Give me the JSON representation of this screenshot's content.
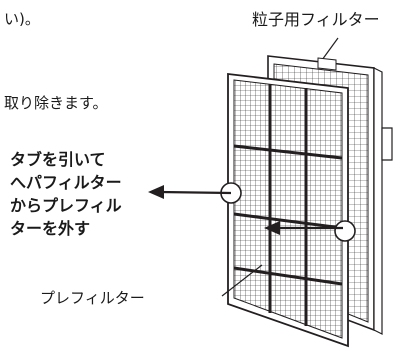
{
  "text": {
    "fragment_line1": "い)。",
    "fragment_line2": "取り除きます。",
    "label_particle_filter": "粒子用フィルター",
    "label_prefilter": "プレフィルター",
    "instruction_lines": [
      "タブを引いて",
      "へパフィルター",
      "からプレフィル",
      "ターを外す"
    ]
  },
  "colors": {
    "line": "#231f20",
    "background": "#ffffff"
  }
}
